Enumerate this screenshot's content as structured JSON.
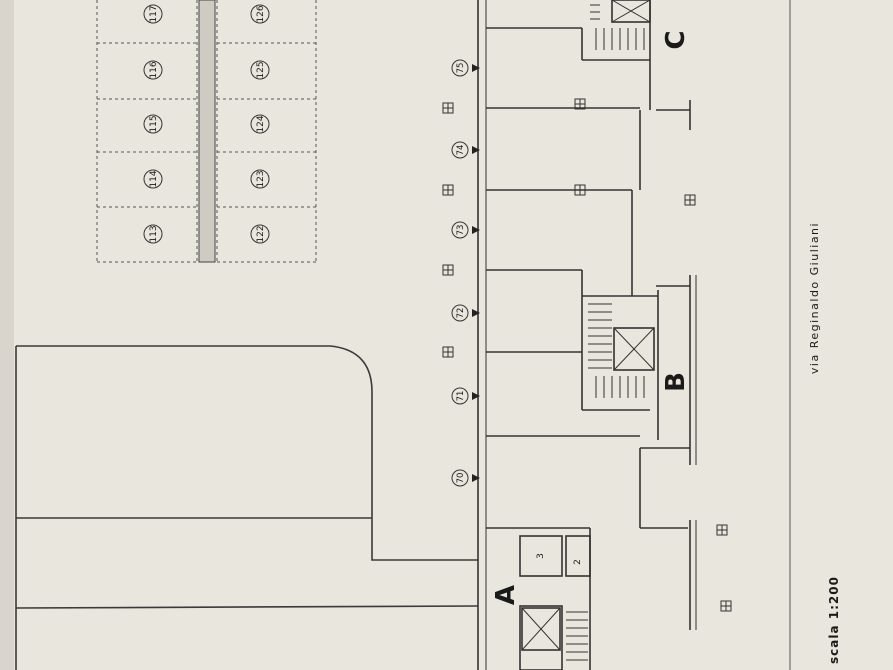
{
  "parking_spaces": {
    "top_row": [
      "117",
      "116",
      "115",
      "114",
      "113"
    ],
    "bottom_row": [
      "126",
      "125",
      "124",
      "123",
      "122"
    ]
  },
  "unit_numbers": [
    "75",
    "74",
    "73",
    "72",
    "71",
    "70"
  ],
  "stair_blocks": [
    "A",
    "B",
    "C"
  ],
  "room_numbers": [
    "3",
    "2"
  ],
  "street_name": "via Reginaldo Giuliani",
  "scale_label": "scala 1:200",
  "colors": {
    "paper": "#e9e6de",
    "ink": "#2a2a2a",
    "line": "#3a3a3a"
  }
}
